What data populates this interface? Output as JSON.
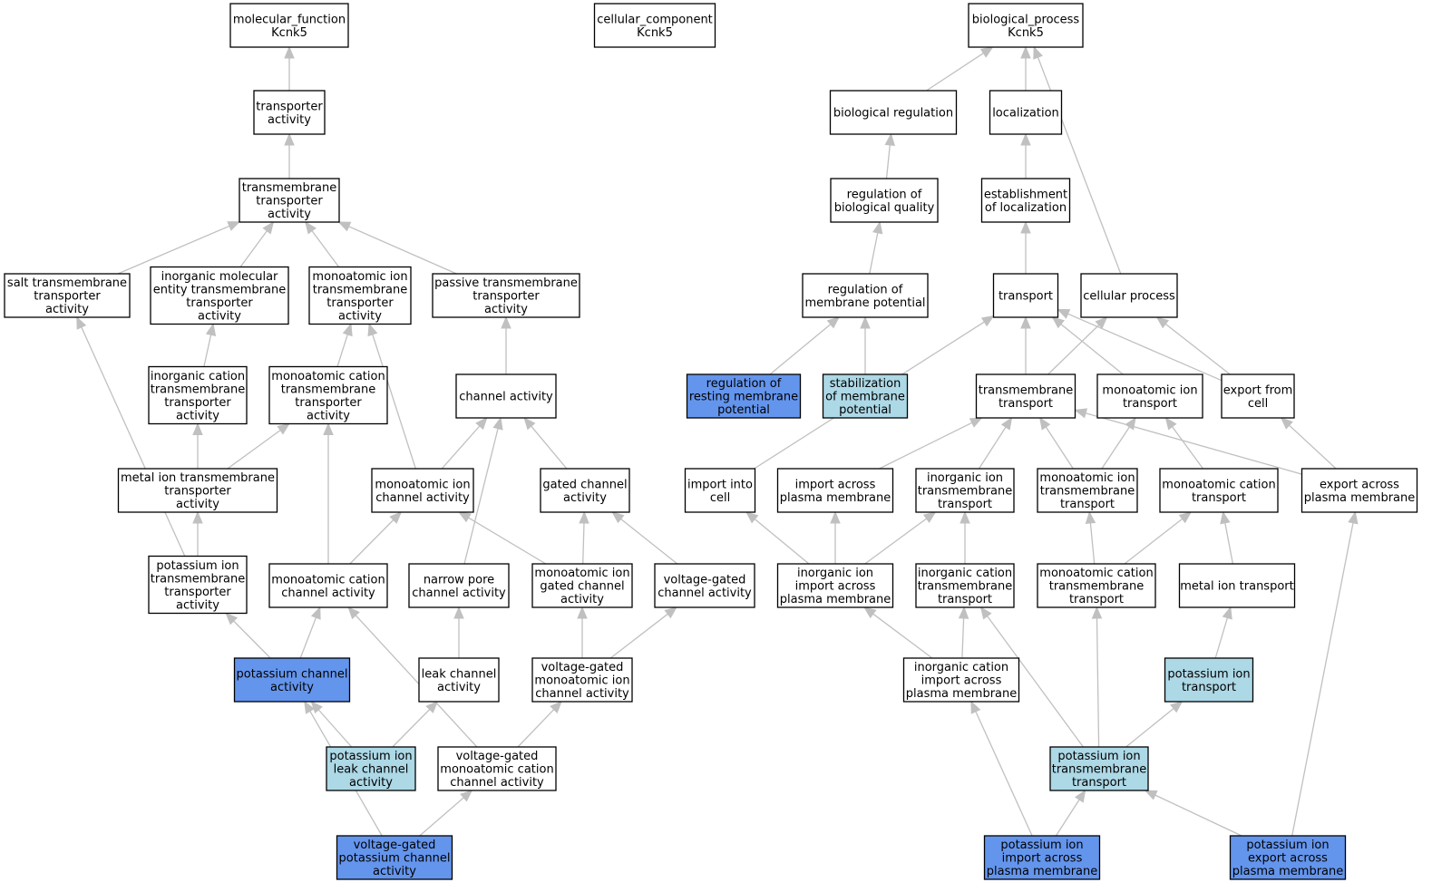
{
  "colors": {
    "white": "#ffffff",
    "highlight": "#6495ed",
    "light": "#add8e6",
    "edge": "#c0c0c0"
  },
  "nodes": {
    "mf_root": {
      "lines": [
        "molecular_function",
        "Kcnk5"
      ],
      "fill": "white"
    },
    "cc_root": {
      "lines": [
        "cellular_component",
        "Kcnk5"
      ],
      "fill": "white"
    },
    "bp_root": {
      "lines": [
        "biological_process",
        "Kcnk5"
      ],
      "fill": "white"
    },
    "transporter_activity": {
      "lines": [
        "transporter",
        "activity"
      ],
      "fill": "white"
    },
    "tm_transporter_activity": {
      "lines": [
        "transmembrane",
        "transporter",
        "activity"
      ],
      "fill": "white"
    },
    "salt_tm": {
      "lines": [
        "salt transmembrane",
        "transporter",
        "activity"
      ],
      "fill": "white"
    },
    "inorg_mol_tm": {
      "lines": [
        "inorganic molecular",
        "entity transmembrane",
        "transporter",
        "activity"
      ],
      "fill": "white"
    },
    "mono_ion_tm": {
      "lines": [
        "monoatomic ion",
        "transmembrane",
        "transporter",
        "activity"
      ],
      "fill": "white"
    },
    "passive_tm": {
      "lines": [
        "passive transmembrane",
        "transporter",
        "activity"
      ],
      "fill": "white"
    },
    "inorg_cat_tm": {
      "lines": [
        "inorganic cation",
        "transmembrane",
        "transporter",
        "activity"
      ],
      "fill": "white"
    },
    "mono_cat_tm": {
      "lines": [
        "monoatomic cation",
        "transmembrane",
        "transporter",
        "activity"
      ],
      "fill": "white"
    },
    "channel_activity": {
      "lines": [
        "channel activity"
      ],
      "fill": "white"
    },
    "metal_ion_tm": {
      "lines": [
        "metal ion transmembrane",
        "transporter",
        "activity"
      ],
      "fill": "white"
    },
    "mono_ion_channel": {
      "lines": [
        "monoatomic ion",
        "channel activity"
      ],
      "fill": "white"
    },
    "gated_channel": {
      "lines": [
        "gated channel",
        "activity"
      ],
      "fill": "white"
    },
    "k_ion_tm": {
      "lines": [
        "potassium ion",
        "transmembrane",
        "transporter",
        "activity"
      ],
      "fill": "white"
    },
    "mono_cat_channel": {
      "lines": [
        "monoatomic cation",
        "channel activity"
      ],
      "fill": "white"
    },
    "narrow_pore": {
      "lines": [
        "narrow pore",
        "channel activity"
      ],
      "fill": "white"
    },
    "mono_ion_gated": {
      "lines": [
        "monoatomic ion",
        "gated channel",
        "activity"
      ],
      "fill": "white"
    },
    "vg_channel": {
      "lines": [
        "voltage-gated",
        "channel activity"
      ],
      "fill": "white"
    },
    "k_channel": {
      "lines": [
        "potassium channel",
        "activity"
      ],
      "fill": "highlight"
    },
    "leak_channel": {
      "lines": [
        "leak channel",
        "activity"
      ],
      "fill": "white"
    },
    "vg_mono_ion_channel": {
      "lines": [
        "voltage-gated",
        "monoatomic ion",
        "channel activity"
      ],
      "fill": "white"
    },
    "k_leak": {
      "lines": [
        "potassium ion",
        "leak channel",
        "activity"
      ],
      "fill": "light"
    },
    "vg_mono_cat_channel": {
      "lines": [
        "voltage-gated",
        "monoatomic cation",
        "channel activity"
      ],
      "fill": "white"
    },
    "vg_k_channel": {
      "lines": [
        "voltage-gated",
        "potassium channel",
        "activity"
      ],
      "fill": "highlight"
    },
    "bio_reg": {
      "lines": [
        "biological regulation"
      ],
      "fill": "white"
    },
    "localization": {
      "lines": [
        "localization"
      ],
      "fill": "white"
    },
    "reg_bio_quality": {
      "lines": [
        "regulation of",
        "biological quality"
      ],
      "fill": "white"
    },
    "est_localization": {
      "lines": [
        "establishment",
        "of localization"
      ],
      "fill": "white"
    },
    "reg_mem_pot": {
      "lines": [
        "regulation of",
        "membrane potential"
      ],
      "fill": "white"
    },
    "transport": {
      "lines": [
        "transport"
      ],
      "fill": "white"
    },
    "cellular_process": {
      "lines": [
        "cellular process"
      ],
      "fill": "white"
    },
    "reg_resting": {
      "lines": [
        "regulation of",
        "resting membrane",
        "potential"
      ],
      "fill": "highlight"
    },
    "stab_mem_pot": {
      "lines": [
        "stabilization",
        "of membrane",
        "potential"
      ],
      "fill": "light"
    },
    "tm_transport": {
      "lines": [
        "transmembrane",
        "transport"
      ],
      "fill": "white"
    },
    "mono_ion_transport": {
      "lines": [
        "monoatomic ion",
        "transport"
      ],
      "fill": "white"
    },
    "export_cell": {
      "lines": [
        "export from",
        "cell"
      ],
      "fill": "white"
    },
    "import_cell": {
      "lines": [
        "import into",
        "cell"
      ],
      "fill": "white"
    },
    "import_pm": {
      "lines": [
        "import across",
        "plasma membrane"
      ],
      "fill": "white"
    },
    "inorg_ion_tm_transport": {
      "lines": [
        "inorganic ion",
        "transmembrane",
        "transport"
      ],
      "fill": "white"
    },
    "mono_ion_tm_transport": {
      "lines": [
        "monoatomic ion",
        "transmembrane",
        "transport"
      ],
      "fill": "white"
    },
    "mono_cat_transport": {
      "lines": [
        "monoatomic cation",
        "transport"
      ],
      "fill": "white"
    },
    "export_pm": {
      "lines": [
        "export across",
        "plasma membrane"
      ],
      "fill": "white"
    },
    "inorg_ion_import_pm": {
      "lines": [
        "inorganic ion",
        "import across",
        "plasma membrane"
      ],
      "fill": "white"
    },
    "inorg_cat_tm_transport": {
      "lines": [
        "inorganic cation",
        "transmembrane",
        "transport"
      ],
      "fill": "white"
    },
    "mono_cat_tm_transport": {
      "lines": [
        "monoatomic cation",
        "transmembrane",
        "transport"
      ],
      "fill": "white"
    },
    "metal_ion_transport": {
      "lines": [
        "metal ion transport"
      ],
      "fill": "white"
    },
    "inorg_cat_import_pm": {
      "lines": [
        "inorganic cation",
        "import across",
        "plasma membrane"
      ],
      "fill": "white"
    },
    "k_ion_transport": {
      "lines": [
        "potassium ion",
        "transport"
      ],
      "fill": "light"
    },
    "k_ion_tm_transport": {
      "lines": [
        "potassium ion",
        "transmembrane",
        "transport"
      ],
      "fill": "light"
    },
    "k_import_pm": {
      "lines": [
        "potassium ion",
        "import across",
        "plasma membrane"
      ],
      "fill": "highlight"
    },
    "k_export_pm": {
      "lines": [
        "potassium ion",
        "export across",
        "plasma membrane"
      ],
      "fill": "highlight"
    }
  },
  "edges": [
    [
      "transporter_activity",
      "mf_root"
    ],
    [
      "tm_transporter_activity",
      "transporter_activity"
    ],
    [
      "salt_tm",
      "tm_transporter_activity"
    ],
    [
      "inorg_mol_tm",
      "tm_transporter_activity"
    ],
    [
      "mono_ion_tm",
      "tm_transporter_activity"
    ],
    [
      "passive_tm",
      "tm_transporter_activity"
    ],
    [
      "inorg_cat_tm",
      "inorg_mol_tm"
    ],
    [
      "mono_cat_tm",
      "mono_ion_tm"
    ],
    [
      "channel_activity",
      "passive_tm"
    ],
    [
      "metal_ion_tm",
      "inorg_cat_tm"
    ],
    [
      "metal_ion_tm",
      "mono_cat_tm"
    ],
    [
      "mono_ion_channel",
      "mono_ion_tm"
    ],
    [
      "mono_ion_channel",
      "channel_activity"
    ],
    [
      "gated_channel",
      "channel_activity"
    ],
    [
      "k_ion_tm",
      "metal_ion_tm"
    ],
    [
      "k_ion_tm",
      "salt_tm"
    ],
    [
      "mono_cat_channel",
      "mono_cat_tm"
    ],
    [
      "mono_cat_channel",
      "mono_ion_channel"
    ],
    [
      "narrow_pore",
      "channel_activity"
    ],
    [
      "mono_ion_gated",
      "mono_ion_channel"
    ],
    [
      "mono_ion_gated",
      "gated_channel"
    ],
    [
      "vg_channel",
      "gated_channel"
    ],
    [
      "k_channel",
      "k_ion_tm"
    ],
    [
      "k_channel",
      "mono_cat_channel"
    ],
    [
      "leak_channel",
      "narrow_pore"
    ],
    [
      "vg_mono_ion_channel",
      "mono_ion_gated"
    ],
    [
      "vg_mono_ion_channel",
      "vg_channel"
    ],
    [
      "k_leak",
      "k_channel"
    ],
    [
      "k_leak",
      "leak_channel"
    ],
    [
      "vg_mono_cat_channel",
      "mono_cat_channel"
    ],
    [
      "vg_mono_cat_channel",
      "vg_mono_ion_channel"
    ],
    [
      "vg_k_channel",
      "k_channel"
    ],
    [
      "vg_k_channel",
      "vg_mono_cat_channel"
    ],
    [
      "bio_reg",
      "bp_root"
    ],
    [
      "localization",
      "bp_root"
    ],
    [
      "cellular_process",
      "bp_root"
    ],
    [
      "reg_bio_quality",
      "bio_reg"
    ],
    [
      "est_localization",
      "localization"
    ],
    [
      "reg_mem_pot",
      "reg_bio_quality"
    ],
    [
      "transport",
      "est_localization"
    ],
    [
      "reg_resting",
      "reg_mem_pot"
    ],
    [
      "stab_mem_pot",
      "reg_mem_pot"
    ],
    [
      "tm_transport",
      "transport"
    ],
    [
      "tm_transport",
      "cellular_process"
    ],
    [
      "mono_ion_transport",
      "transport"
    ],
    [
      "export_cell",
      "transport"
    ],
    [
      "export_cell",
      "cellular_process"
    ],
    [
      "import_cell",
      "transport"
    ],
    [
      "import_pm",
      "tm_transport"
    ],
    [
      "inorg_ion_tm_transport",
      "tm_transport"
    ],
    [
      "mono_ion_tm_transport",
      "tm_transport"
    ],
    [
      "mono_ion_tm_transport",
      "mono_ion_transport"
    ],
    [
      "mono_cat_transport",
      "mono_ion_transport"
    ],
    [
      "export_pm",
      "tm_transport"
    ],
    [
      "export_pm",
      "export_cell"
    ],
    [
      "inorg_ion_import_pm",
      "import_cell"
    ],
    [
      "inorg_ion_import_pm",
      "import_pm"
    ],
    [
      "inorg_ion_import_pm",
      "inorg_ion_tm_transport"
    ],
    [
      "inorg_cat_tm_transport",
      "inorg_ion_tm_transport"
    ],
    [
      "mono_cat_tm_transport",
      "mono_ion_tm_transport"
    ],
    [
      "mono_cat_tm_transport",
      "mono_cat_transport"
    ],
    [
      "metal_ion_transport",
      "mono_cat_transport"
    ],
    [
      "inorg_cat_import_pm",
      "inorg_ion_import_pm"
    ],
    [
      "inorg_cat_import_pm",
      "inorg_cat_tm_transport"
    ],
    [
      "k_ion_transport",
      "metal_ion_transport"
    ],
    [
      "k_ion_tm_transport",
      "inorg_cat_tm_transport"
    ],
    [
      "k_ion_tm_transport",
      "mono_cat_tm_transport"
    ],
    [
      "k_ion_tm_transport",
      "k_ion_transport"
    ],
    [
      "k_import_pm",
      "inorg_cat_import_pm"
    ],
    [
      "k_import_pm",
      "k_ion_tm_transport"
    ],
    [
      "k_export_pm",
      "k_ion_tm_transport"
    ],
    [
      "k_export_pm",
      "export_pm"
    ]
  ]
}
